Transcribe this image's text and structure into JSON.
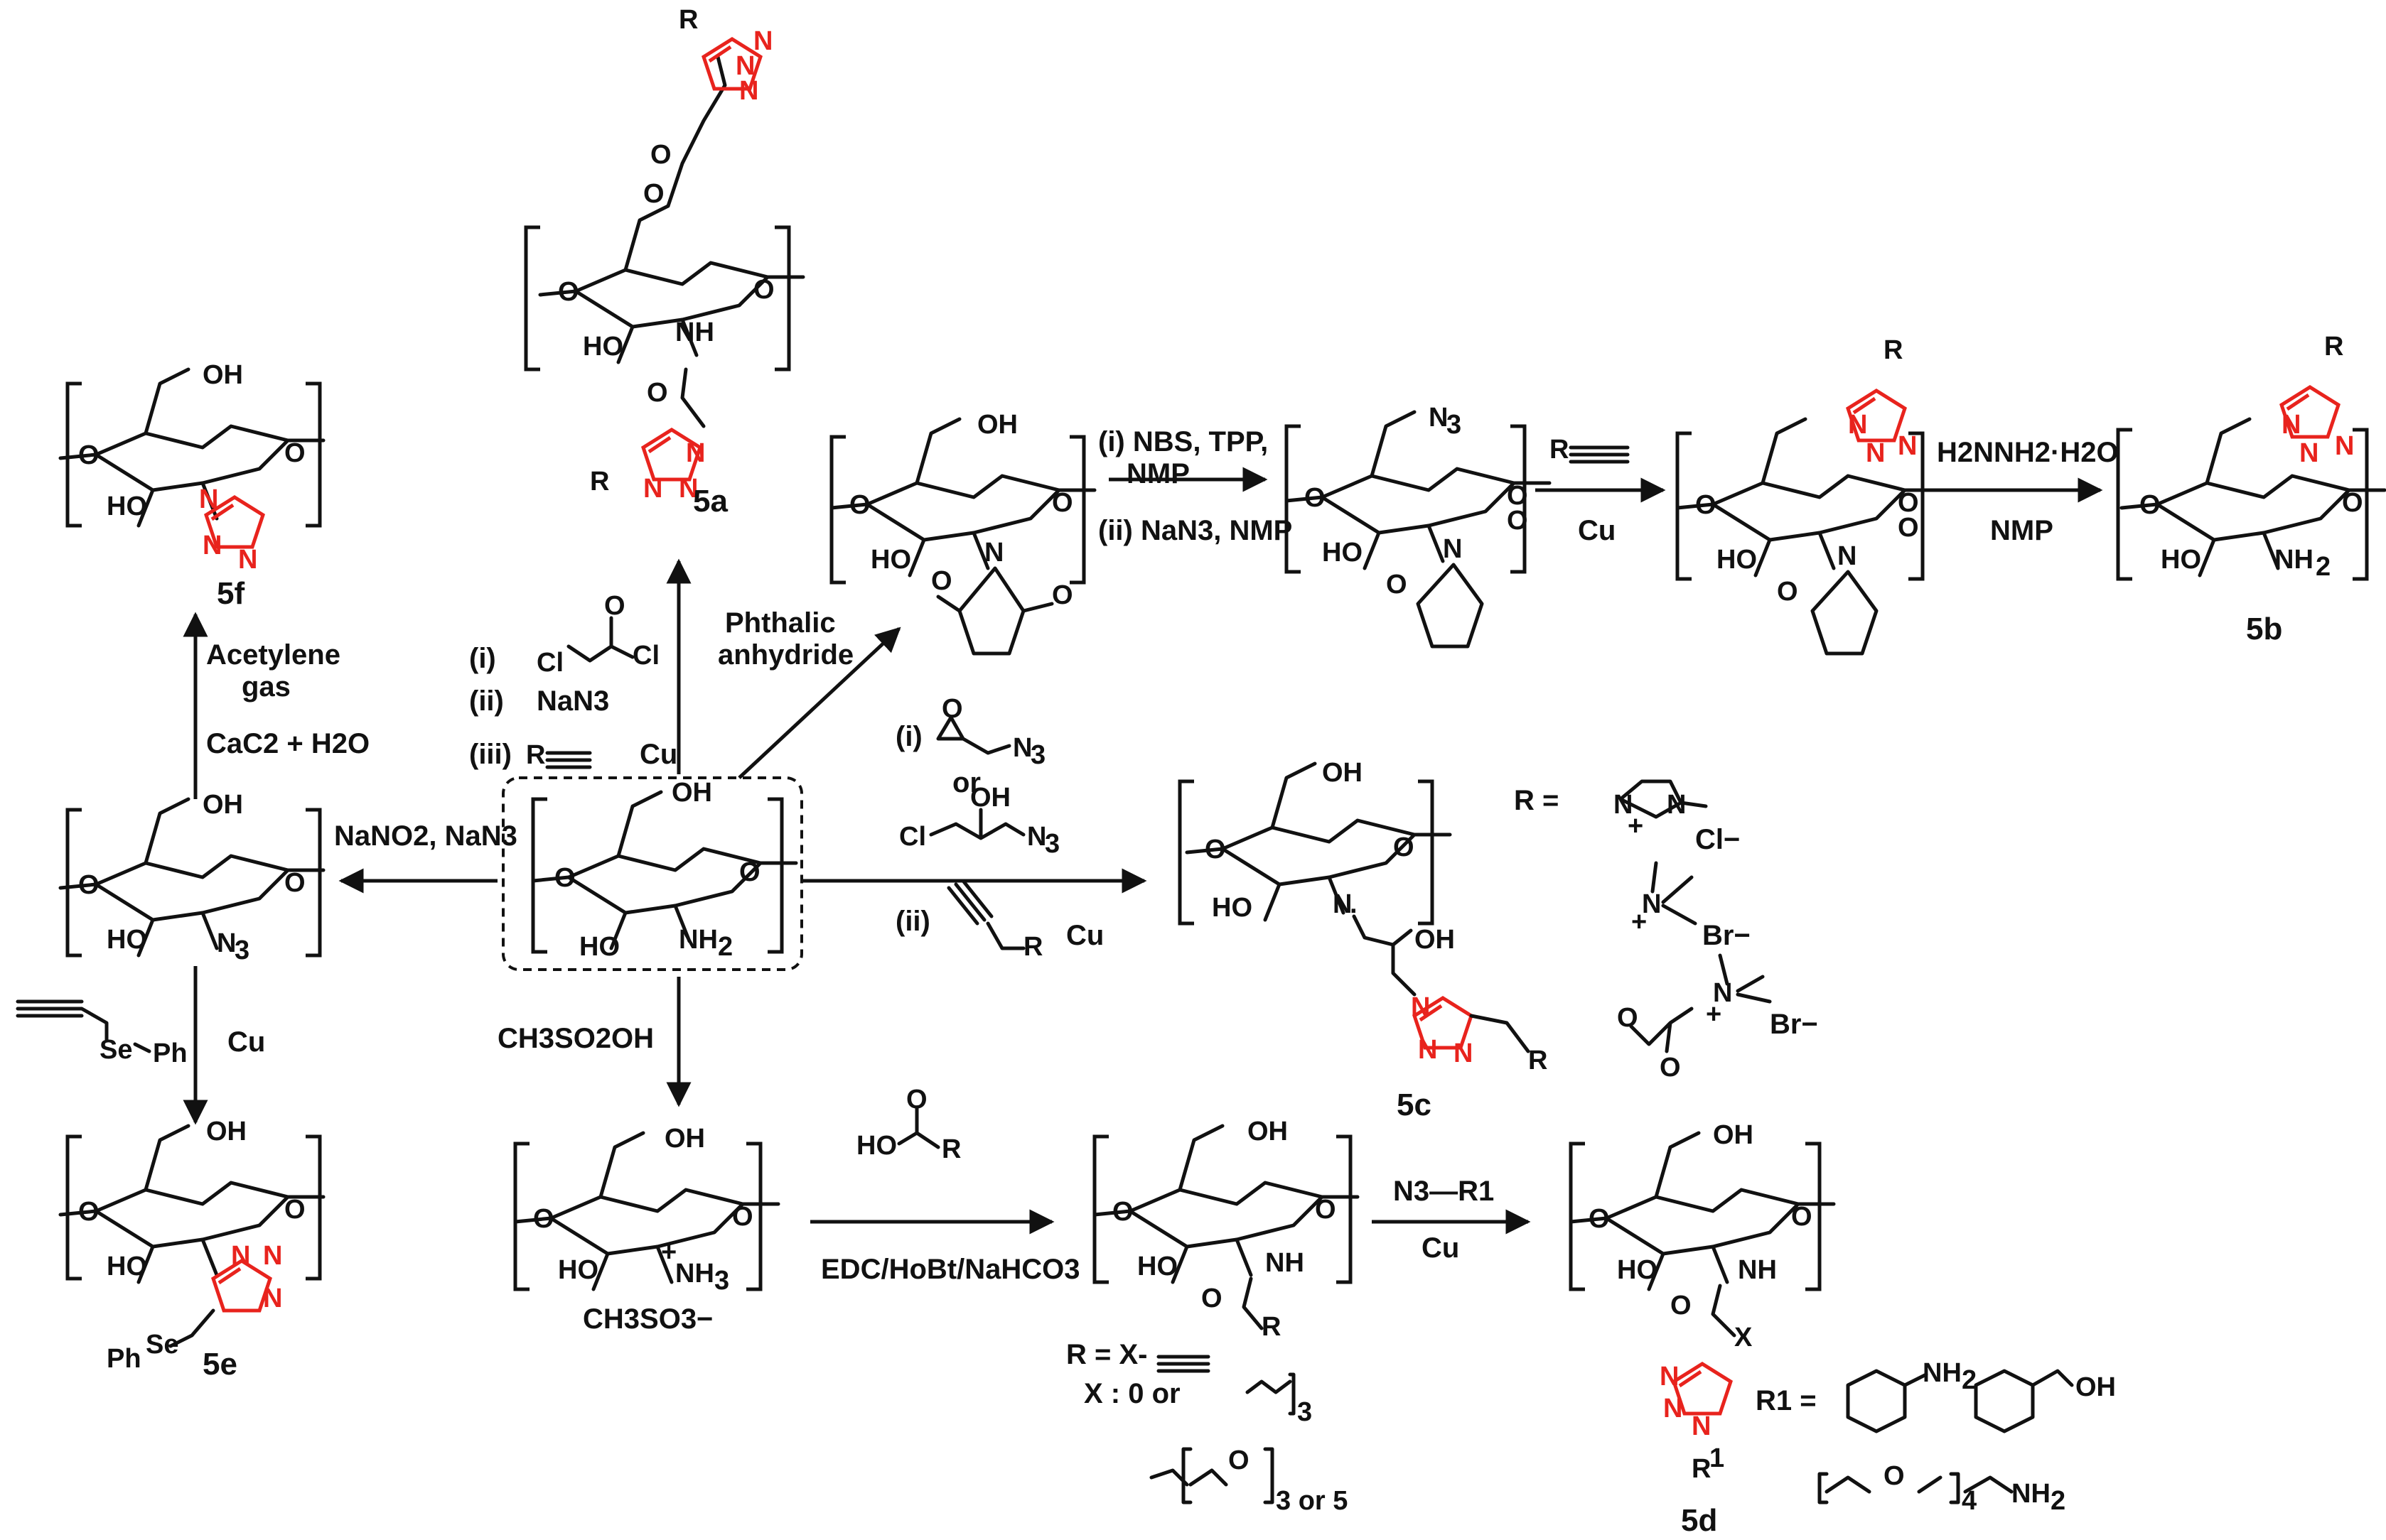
{
  "compounds": {
    "c5a": "5a",
    "c5b": "5b",
    "c5c": "5c",
    "c5d": "5d",
    "c5e": "5e",
    "c5f": "5f"
  },
  "reagents": {
    "to_5a_i": "(i)",
    "to_5a_ii": "(ii)",
    "to_5a_ii_text": "NaN3",
    "to_5a_iii": "(iii)",
    "to_5a_cu": "Cu",
    "phthalic_1": "Phthalic",
    "phthalic_2": "anhydride",
    "nbs": "(i) NBS, TPP,",
    "nmp1": "NMP",
    "nan3_nmp": "(ii) NaN3, NMP",
    "click_cu": "Cu",
    "hydrazine": "H2NNH2·H2O",
    "hydrazine_nmp": "NMP",
    "nano2": "NaNO2, NaN3",
    "acetylene_1": "Acetylene",
    "acetylene_2": "gas",
    "cac2": "CaC2 + H2O",
    "se_cu": "Cu",
    "epox_i": "(i)",
    "or": "or",
    "epox_ii": "(ii)",
    "epox_cu": "Cu",
    "msoh": "CH3SO2OH",
    "edc": "EDC/HoBt/NaHCO3",
    "n3r1": "N3—R1",
    "n3r1_cu": "Cu"
  },
  "substituents": {
    "r_eq": "R =",
    "cl_minus": "Cl−",
    "br_minus_1": "Br−",
    "br_minus_2": "Br−",
    "r_x": "R = X-",
    "x_def": "X : 0 or",
    "sub3": "3",
    "sub3or5": "3 or 5",
    "r1_eq": "R1 =",
    "sub4": "4",
    "mesylate": "CH3SO3−"
  },
  "colors": {
    "triazole": "#e8231d",
    "ink": "#111111"
  }
}
